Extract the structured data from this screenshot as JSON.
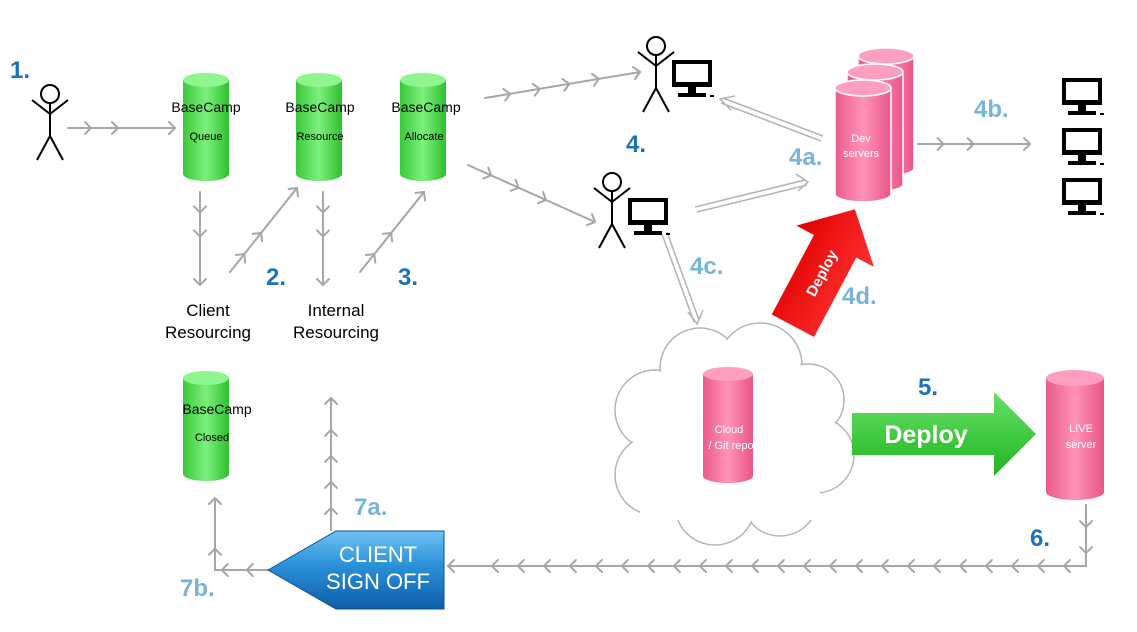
{
  "cylinders": {
    "queue": {
      "title": "BaseCamp",
      "sub": "Queue"
    },
    "resource": {
      "title": "BaseCamp",
      "sub": "Resource"
    },
    "allocate": {
      "title": "BaseCamp",
      "sub": "Allocate"
    },
    "closed": {
      "title": "BaseCamp",
      "sub": "Closed"
    },
    "dev": {
      "line1": "Dev",
      "line2": "servers"
    },
    "cloud": {
      "line1": "Cloud",
      "line2": "/ Git repo"
    },
    "live": {
      "line1": "LIVE",
      "line2": "server"
    }
  },
  "labels": {
    "client_resourcing": {
      "line1": "Client",
      "line2": "Resourcing"
    },
    "internal_resourcing": {
      "line1": "Internal",
      "line2": "Resourcing"
    }
  },
  "steps": {
    "s1": "1.",
    "s2": "2.",
    "s3": "3.",
    "s4": "4.",
    "s4a": "4a.",
    "s4b": "4b.",
    "s4c": "4c.",
    "s4d": "4d.",
    "s5": "5.",
    "s6": "6.",
    "s7a": "7a.",
    "s7b": "7b."
  },
  "arrows": {
    "deploy_red": "Deploy",
    "deploy_green": "Deploy",
    "signoff": {
      "line1": "CLIENT",
      "line2": "SIGN OFF"
    }
  },
  "colors": {
    "green": "#33cc33",
    "pink": "#f06292",
    "red": "#ff1a1a",
    "step_dark": "#1e73b8",
    "step_light": "#7ab3d9",
    "arrow_gray": "#a6a6a6",
    "signoff_blue": "#1a78c8"
  }
}
